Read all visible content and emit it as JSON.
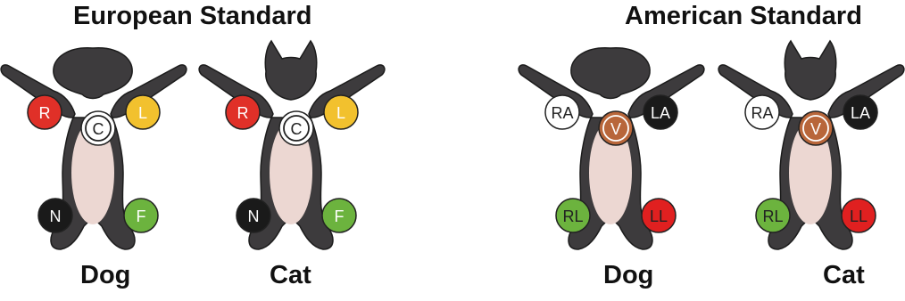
{
  "standards": [
    {
      "title": "European Standard",
      "figures": [
        {
          "animal": "Dog",
          "electrodes": [
            {
              "label": "R",
              "fill": "#e03028",
              "text_color": "#ffffff"
            },
            {
              "label": "L",
              "fill": "#f2c12e",
              "text_color": "#ffffff"
            },
            {
              "label": "C",
              "fill": "#ffffff",
              "text_color": "#222222",
              "ring": true
            },
            {
              "label": "N",
              "fill": "#1a1a1a",
              "text_color": "#ffffff"
            },
            {
              "label": "F",
              "fill": "#6cb33e",
              "text_color": "#ffffff"
            }
          ]
        },
        {
          "animal": "Cat",
          "electrodes": [
            {
              "label": "R",
              "fill": "#e03028",
              "text_color": "#ffffff"
            },
            {
              "label": "L",
              "fill": "#f2c12e",
              "text_color": "#ffffff"
            },
            {
              "label": "C",
              "fill": "#ffffff",
              "text_color": "#222222",
              "ring": true
            },
            {
              "label": "N",
              "fill": "#1a1a1a",
              "text_color": "#ffffff"
            },
            {
              "label": "F",
              "fill": "#6cb33e",
              "text_color": "#ffffff"
            }
          ]
        }
      ]
    },
    {
      "title": "American Standard",
      "figures": [
        {
          "animal": "Dog",
          "electrodes": [
            {
              "label": "RA",
              "fill": "#ffffff",
              "text_color": "#222222"
            },
            {
              "label": "LA",
              "fill": "#1a1a1a",
              "text_color": "#ffffff"
            },
            {
              "label": "V",
              "fill": "#b8663a",
              "text_color": "#ffffff",
              "ring": true
            },
            {
              "label": "RL",
              "fill": "#6cb33e",
              "text_color": "#222222"
            },
            {
              "label": "LL",
              "fill": "#e02020",
              "text_color": "#222222"
            }
          ]
        },
        {
          "animal": "Cat",
          "electrodes": [
            {
              "label": "RA",
              "fill": "#ffffff",
              "text_color": "#222222"
            },
            {
              "label": "LA",
              "fill": "#1a1a1a",
              "text_color": "#ffffff"
            },
            {
              "label": "V",
              "fill": "#b8663a",
              "text_color": "#ffffff",
              "ring": true
            },
            {
              "label": "RL",
              "fill": "#6cb33e",
              "text_color": "#222222"
            },
            {
              "label": "LL",
              "fill": "#e02020",
              "text_color": "#222222"
            }
          ]
        }
      ]
    }
  ],
  "colors": {
    "body": "#3d3b3d",
    "body_outline": "#1c1c1c",
    "chest": "#ecd7d2",
    "electrode_outline": "#222222"
  }
}
